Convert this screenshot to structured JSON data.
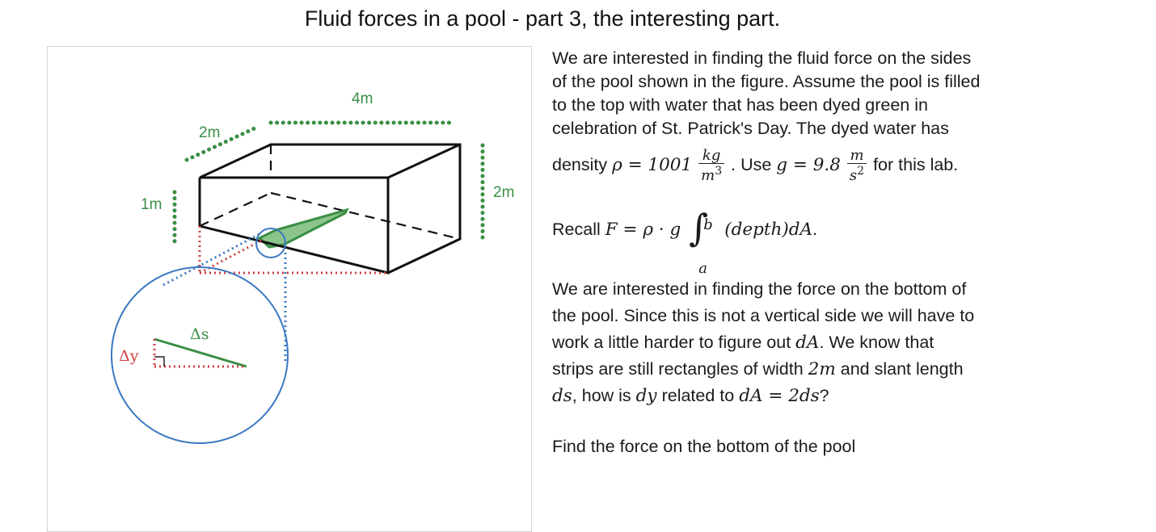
{
  "title": "Fluid forces in a pool - part 3, the interesting part.",
  "figure": {
    "label_length": "4m",
    "label_width": "2m",
    "label_depth_shallow": "1m",
    "label_depth_deep": "2m",
    "label_delta_s": "Δs",
    "label_delta_y": "Δy",
    "colors": {
      "green": "#3a8f45",
      "red": "#d04040",
      "blue": "#3a78c2",
      "strip_fill": "#8cc48c"
    }
  },
  "text": {
    "p1": {
      "line1": "We are interested in finding the fluid force on the sides",
      "line2": "of the pool shown in the figure. Assume the pool is filled",
      "line3": "to the top with water that has been dyed green in",
      "line4": "celebration of St. Patrick's Day. The dyed water has",
      "density_word": "density",
      "rho_expr": "ρ = 1001",
      "kg": "kg",
      "m": "m",
      "cube": "3",
      "use_text": ". Use",
      "g_expr": "g = 9.8",
      "g_num": "m",
      "g_den": "s",
      "square": "2",
      "for_lab": "for this lab."
    },
    "recall_word": "Recall",
    "recall_lhs": "F = ρ · g",
    "integral_upper": "b",
    "integral_lower": "a",
    "recall_rhs": "(depth)dA",
    "recall_end": ".",
    "p2": {
      "line1": "We are interested in finding the force on the bottom of",
      "line2": "the pool. Since this is not a vertical side we will have to",
      "line3_a": "work a little harder to figure out",
      "dA": "dA",
      "line3_b": ". We know that",
      "line4_a": "strips are still rectangles of width",
      "width_2m": "2m",
      "line4_b": "and slant length",
      "ds": "ds",
      "line5_a": ", how is",
      "dy": "dy",
      "line5_b": "related to",
      "dA_eq": "dA = 2ds",
      "line5_c": "?"
    },
    "find": "Find the force on the bottom of the pool"
  }
}
